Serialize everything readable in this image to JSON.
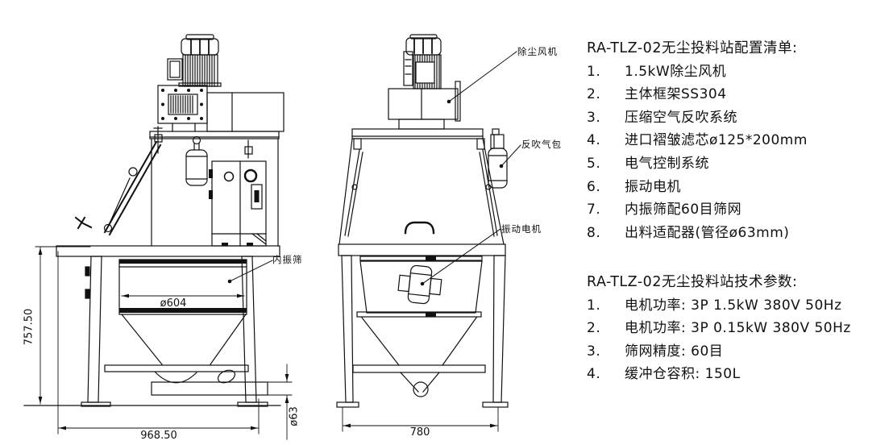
{
  "drawing": {
    "callouts": {
      "dust_fan": "除尘风机",
      "blowback_airbag": "反吹气包",
      "vibration_motor": "振动电机",
      "inner_screen": "内振筛"
    },
    "dimensions": {
      "overall_height": "757.50",
      "screen_diameter": "ø604",
      "front_width": "968.50",
      "outlet_diameter": "ø63",
      "side_width": "780"
    }
  },
  "config_list": {
    "title": "RA-TLZ-02无尘投料站配置清单:",
    "items": [
      {
        "num": "1.",
        "text": "1.5kW除尘风机"
      },
      {
        "num": "2.",
        "text": "主体框架SS304"
      },
      {
        "num": "3.",
        "text": "压缩空气反吹系统"
      },
      {
        "num": "4.",
        "text": "进口褶皱滤芯ø125*200mm"
      },
      {
        "num": "5.",
        "text": "电气控制系统"
      },
      {
        "num": "6.",
        "text": "振动电机"
      },
      {
        "num": "7.",
        "text": "内振筛配60目筛网"
      },
      {
        "num": "8.",
        "text": "出料适配器(管径ø63mm)"
      }
    ]
  },
  "spec_list": {
    "title": "RA-TLZ-02无尘投料站技术参数:",
    "items": [
      {
        "num": "1.",
        "text": "电机功率: 3P 1.5kW 380V 50Hz"
      },
      {
        "num": "2.",
        "text": "电机功率: 3P 0.15kW 380V 50Hz"
      },
      {
        "num": "3.",
        "text": "筛网精度: 60目"
      },
      {
        "num": "4.",
        "text": "缓冲仓容积: 150L"
      }
    ]
  }
}
